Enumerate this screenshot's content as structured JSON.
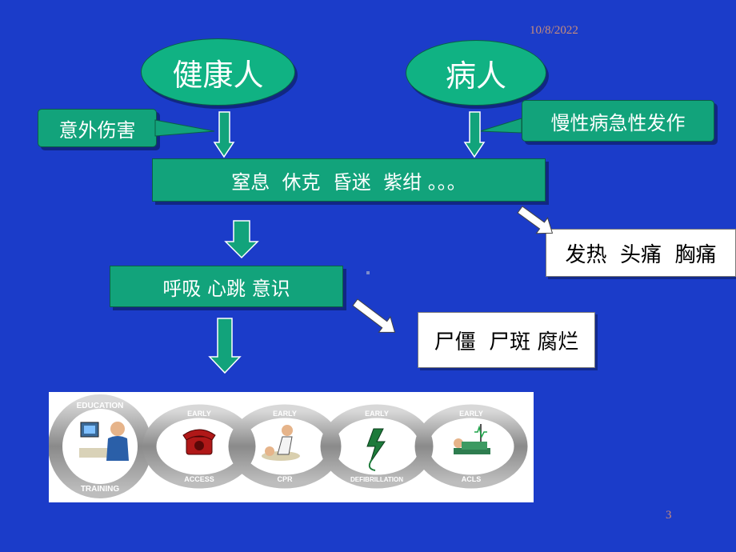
{
  "header": {
    "date": "10/8/2022"
  },
  "nodes": {
    "healthy": "健康人",
    "sick": "病人",
    "accident": "意外伤害",
    "chronic": "慢性病急性发作",
    "symptoms": "窒息  休克  昏迷  紫绀 。。。",
    "vitals": "呼吸 心跳 意识",
    "fever": "发热  头痛  胸痛",
    "death": "尸僵  尸斑 腐烂"
  },
  "chain": {
    "links": [
      {
        "top": "EDUCATION",
        "bottom": "TRAINING"
      },
      {
        "top": "EARLY",
        "bottom": "ACCESS"
      },
      {
        "top": "EARLY",
        "bottom": "CPR"
      },
      {
        "top": "EARLY",
        "bottom": "DEFIBRILLATION"
      },
      {
        "top": "EARLY",
        "bottom": "ACLS"
      }
    ]
  },
  "footer": {
    "page_number": "3"
  },
  "colors": {
    "background": "#1b3cc9",
    "node_green": "#12a37b",
    "date_text": "#c98d7a",
    "chain_gray": "#9a9a9a",
    "phone_red": "#b01818"
  }
}
